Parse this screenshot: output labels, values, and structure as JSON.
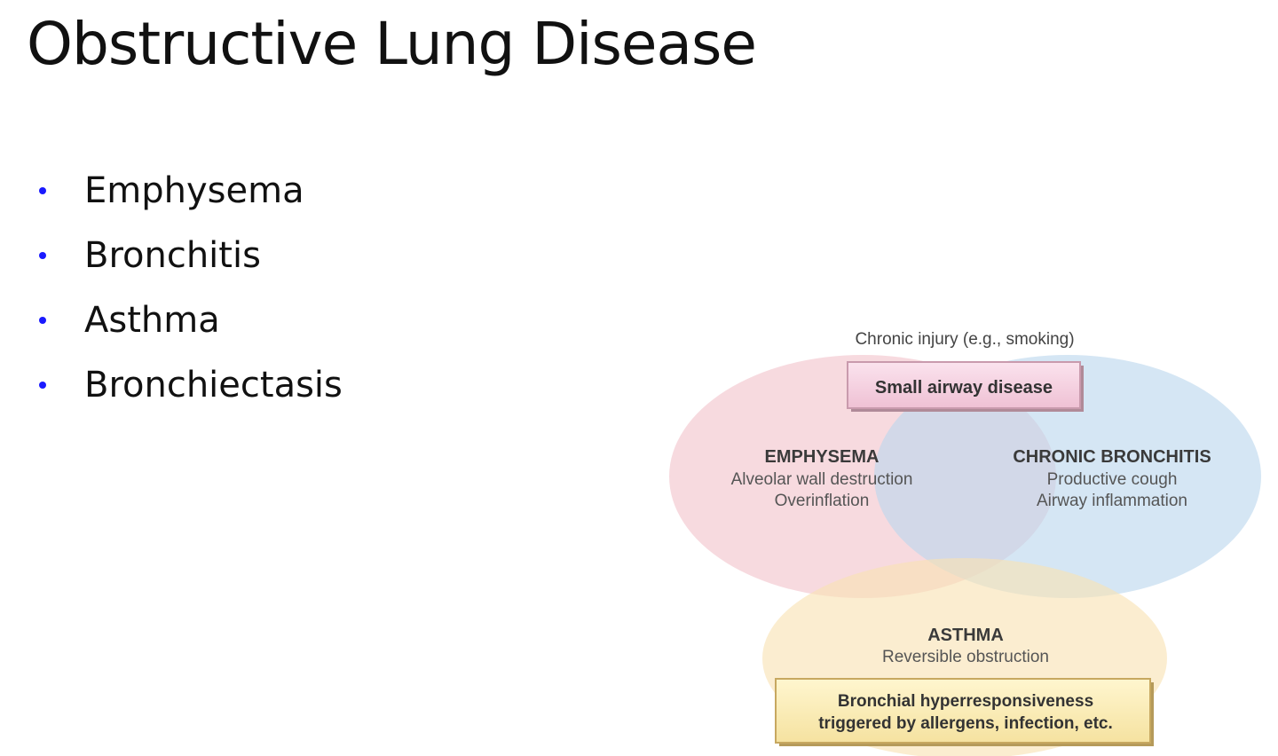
{
  "slide": {
    "title": "Obstructive Lung Disease",
    "bullets": [
      "Emphysema",
      "Bronchitis",
      "Asthma",
      "Bronchiectasis"
    ],
    "bullet_color": "#1a1aff"
  },
  "diagram": {
    "top_label": "Chronic injury (e.g., smoking)",
    "top_box": "Small airway disease",
    "emphysema": {
      "heading": "EMPHYSEMA",
      "lines": [
        "Alveolar wall destruction",
        "Overinflation"
      ],
      "color": "#f2c4cb"
    },
    "chronic_bronchitis": {
      "heading": "CHRONIC BRONCHITIS",
      "lines": [
        "Productive cough",
        "Airway inflammation"
      ],
      "color": "#bcd6ee"
    },
    "asthma": {
      "heading": "ASTHMA",
      "lines": [
        "Reversible obstruction"
      ],
      "color": "#f8e2b3"
    },
    "bottom_box": {
      "lines": [
        "Bronchial hyperresponsiveness",
        "triggered by allergens, infection, etc."
      ]
    }
  }
}
